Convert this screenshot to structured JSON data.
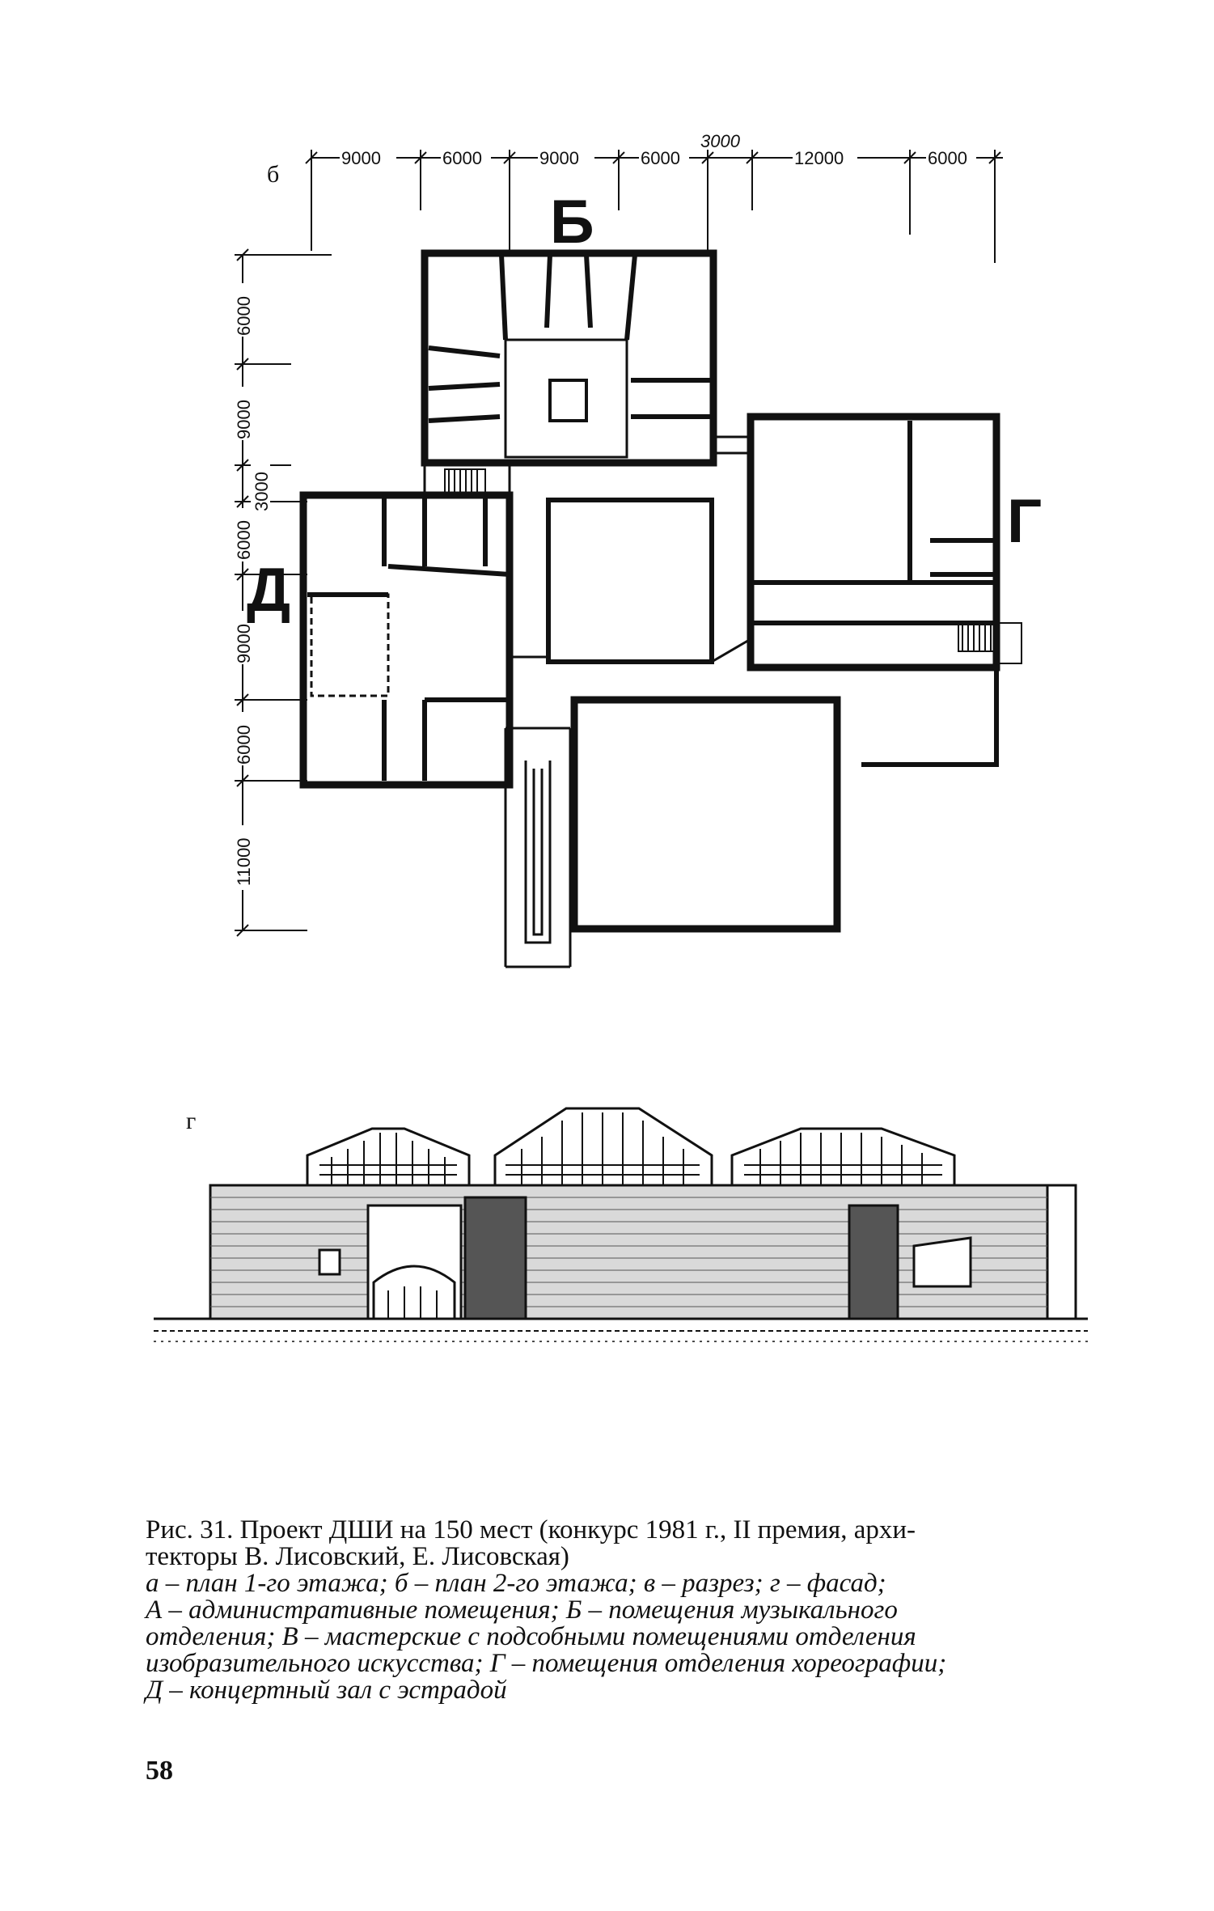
{
  "plan": {
    "panel_label": "б",
    "top_dimensions": [
      "9000",
      "6000",
      "9000",
      "6000",
      "3000",
      "12000",
      "6000"
    ],
    "left_dimensions": [
      "6000",
      "9000",
      "3000",
      "6000",
      "9000",
      "6000",
      "11000"
    ],
    "block_labels": [
      "Б",
      "Г",
      "Д"
    ]
  },
  "facade": {
    "panel_label": "г"
  },
  "caption": {
    "title_lines": [
      "Рис. 31. Проект ДШИ на 150 мест (конкурс 1981 г., II премия, архи-",
      "текторы В. Лисовский, Е. Лисовская)"
    ],
    "legend_lines": [
      "а – план 1-го этажа; б – план 2-го этажа; в – разрез; г – фасад;",
      "А – административные помещения; Б – помещения музыкального",
      "отделения; В – мастерские с подсобными помещениями отделения",
      "изобразительного искусства; Г – помещения отделения хореографии;",
      "Д – концертный зал с эстрадой"
    ]
  },
  "page_number": "58"
}
